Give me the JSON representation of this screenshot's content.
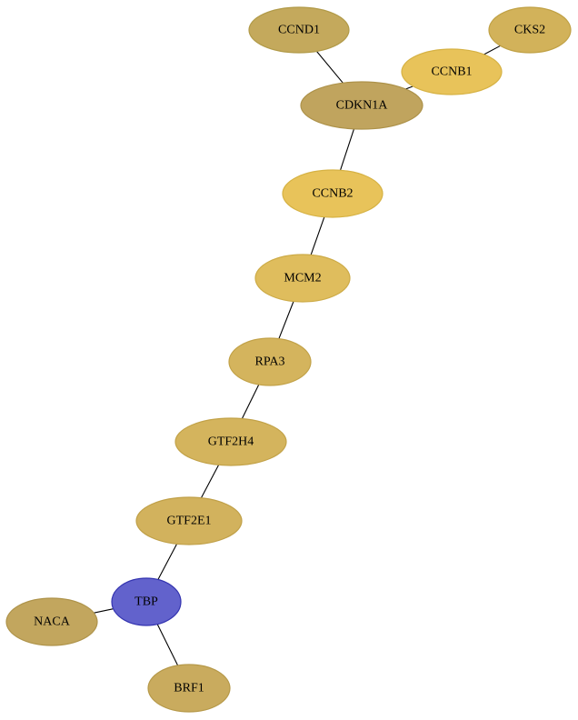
{
  "network": {
    "nodes": [
      {
        "id": "CCND1",
        "label": "CCND1",
        "fill": "#c4a95c",
        "stroke": "#b19a48"
      },
      {
        "id": "CKS2",
        "label": "CKS2",
        "fill": "#d2b25a",
        "stroke": "#c0a145"
      },
      {
        "id": "CCNB1",
        "label": "CCNB1",
        "fill": "#e8c35a",
        "stroke": "#d6b244"
      },
      {
        "id": "CDKN1A",
        "label": "CDKN1A",
        "fill": "#c0a45e",
        "stroke": "#ad924a"
      },
      {
        "id": "CCNB2",
        "label": "CCNB2",
        "fill": "#e8c35a",
        "stroke": "#d6b244"
      },
      {
        "id": "MCM2",
        "label": "MCM2",
        "fill": "#dfbd5d",
        "stroke": "#cdab47"
      },
      {
        "id": "RPA3",
        "label": "RPA3",
        "fill": "#d4b45d",
        "stroke": "#c2a248"
      },
      {
        "id": "GTF2H4",
        "label": "GTF2H4",
        "fill": "#d4b45d",
        "stroke": "#c2a248"
      },
      {
        "id": "GTF2E1",
        "label": "GTF2E1",
        "fill": "#d2b25d",
        "stroke": "#c0a048"
      },
      {
        "id": "TBP",
        "label": "TBP",
        "fill": "#6262cc",
        "stroke": "#3434b0"
      },
      {
        "id": "NACA",
        "label": "NACA",
        "fill": "#c2a65e",
        "stroke": "#ae934a"
      },
      {
        "id": "BRF1",
        "label": "BRF1",
        "fill": "#c9ab5e",
        "stroke": "#b69949"
      }
    ],
    "edges": [
      {
        "from": "CCND1",
        "to": "CDKN1A"
      },
      {
        "from": "CKS2",
        "to": "CCNB1"
      },
      {
        "from": "CCNB1",
        "to": "CDKN1A"
      },
      {
        "from": "CDKN1A",
        "to": "CCNB2"
      },
      {
        "from": "CCNB2",
        "to": "MCM2"
      },
      {
        "from": "MCM2",
        "to": "RPA3"
      },
      {
        "from": "RPA3",
        "to": "GTF2H4"
      },
      {
        "from": "GTF2H4",
        "to": "GTF2E1"
      },
      {
        "from": "GTF2E1",
        "to": "TBP"
      },
      {
        "from": "TBP",
        "to": "NACA"
      },
      {
        "from": "TBP",
        "to": "BRF1"
      }
    ]
  }
}
